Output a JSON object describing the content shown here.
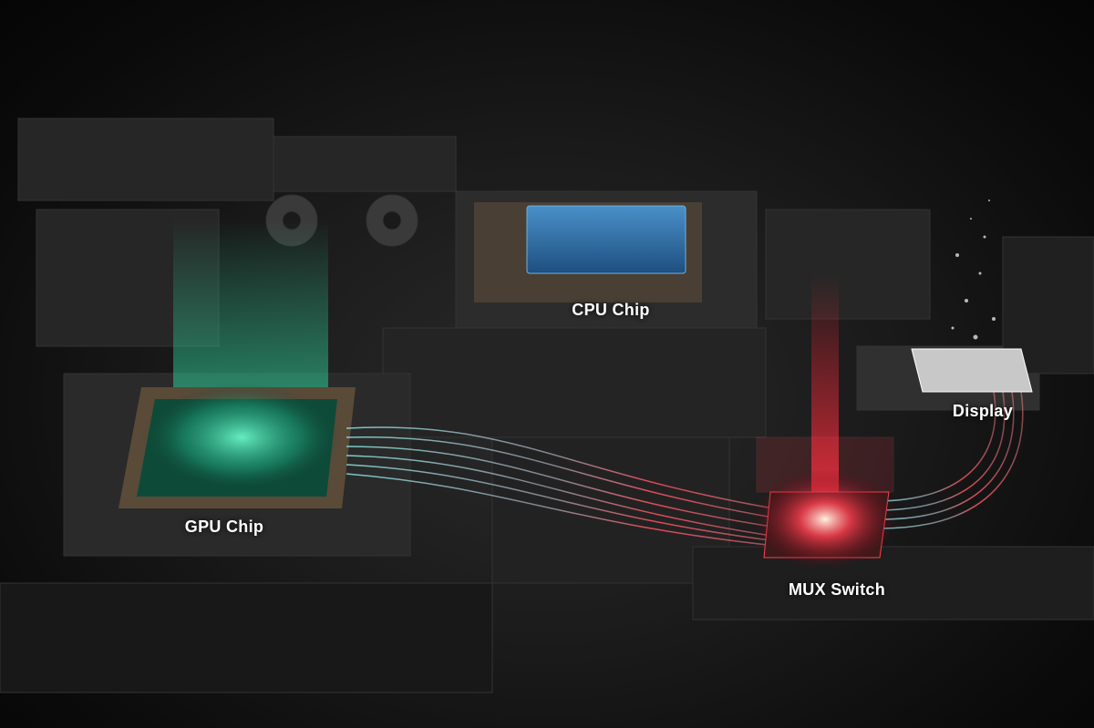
{
  "labels": {
    "cpu": "CPU Chip",
    "gpu": "GPU Chip",
    "mux": "MUX Switch",
    "display": "Display"
  },
  "colors": {
    "cpu": "#2f6fa8",
    "gpu": "#2fd9a0",
    "mux": "#ff3344",
    "display": "#e8e8e8",
    "gpu_flow": "#7fe0e0",
    "mux_flow": "#ff6070"
  }
}
